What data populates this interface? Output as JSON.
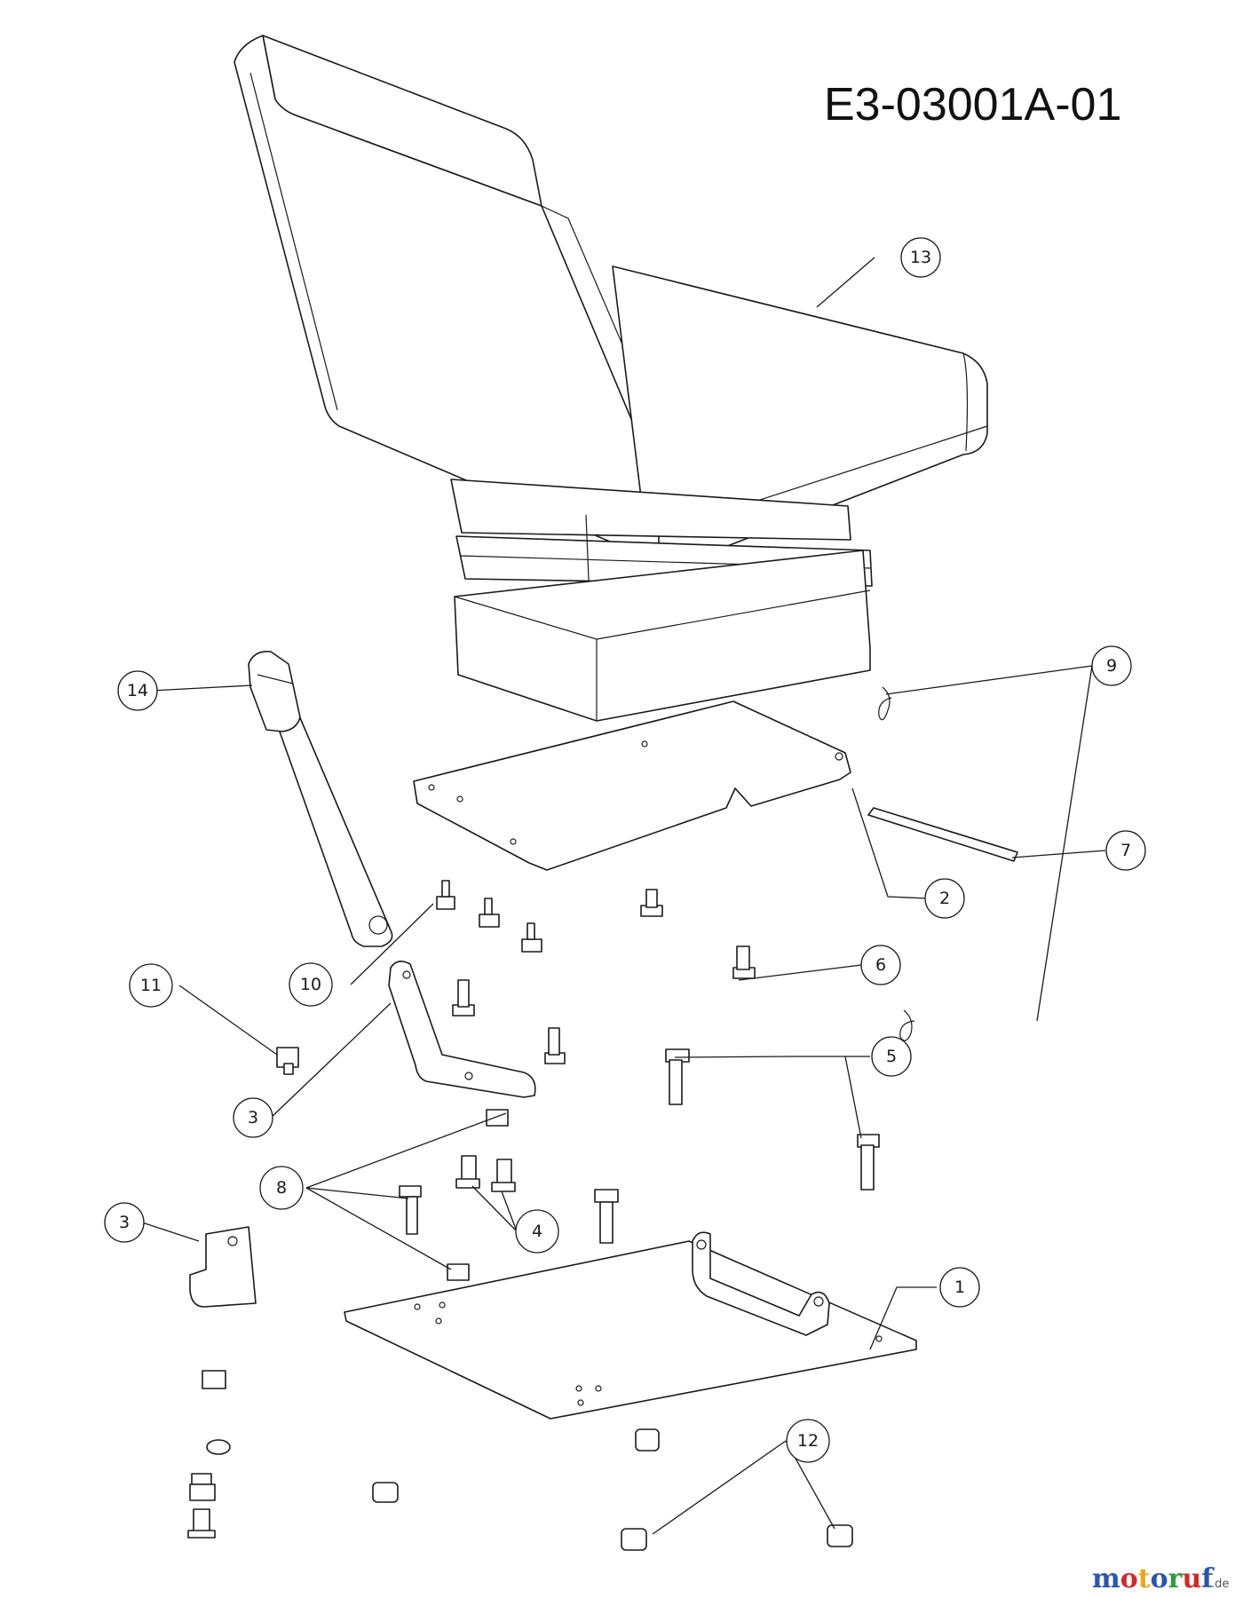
{
  "drawing_code": "E3-03001A-01",
  "callouts": [
    {
      "num": "13"
    },
    {
      "num": "14"
    },
    {
      "num": "9"
    },
    {
      "num": "7"
    },
    {
      "num": "2"
    },
    {
      "num": "10"
    },
    {
      "num": "6"
    },
    {
      "num": "11"
    },
    {
      "num": "5"
    },
    {
      "num": "3"
    },
    {
      "num": "8"
    },
    {
      "num": "4"
    },
    {
      "num": "3"
    },
    {
      "num": "1"
    },
    {
      "num": "12"
    }
  ],
  "watermark": {
    "letters": [
      "m",
      "o",
      "t",
      "o",
      "r",
      "u",
      "f"
    ],
    "letter_colors": [
      "#2b56b0",
      "#d12a2a",
      "#e8a818",
      "#2b56b0",
      "#2f9a3f",
      "#d12a2a",
      "#2b56b0"
    ],
    "suffix": ".de"
  },
  "colors": {
    "line": "#1a1a1a",
    "background": "#ffffff"
  }
}
